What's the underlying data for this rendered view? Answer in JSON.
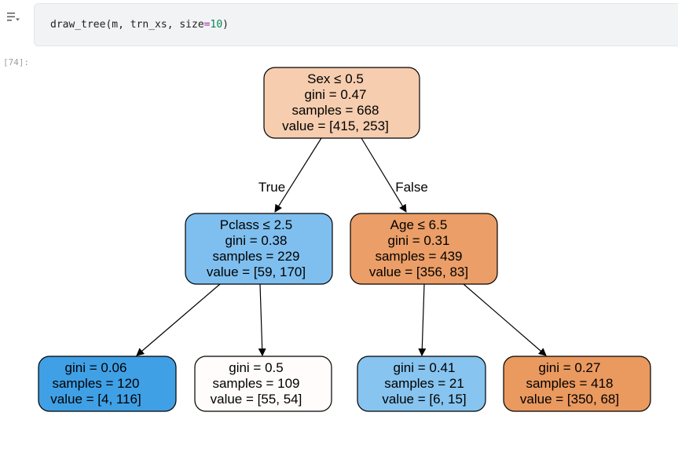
{
  "cell": {
    "code_func": "draw_tree(m, trn_xs, size",
    "code_eq": "=",
    "code_num": "10",
    "code_close": ")",
    "exec_count": "[74]:"
  },
  "tree": {
    "edge_labels": {
      "true": "True",
      "false": "False"
    },
    "nodes": {
      "root": {
        "lines": [
          "Sex ≤ 0.5",
          "gini = 0.47",
          "samples = 668",
          "value = [415, 253]"
        ],
        "fill": "#f6cdaf"
      },
      "left": {
        "lines": [
          "Pclass ≤ 2.5",
          "gini = 0.38",
          "samples = 229",
          "value = [59, 170]"
        ],
        "fill": "#7fbfef"
      },
      "right": {
        "lines": [
          "Age ≤ 6.5",
          "gini = 0.31",
          "samples = 439",
          "value = [356, 83]"
        ],
        "fill": "#eb9e67"
      },
      "ll": {
        "lines": [
          "gini = 0.06",
          "samples = 120",
          "value = [4, 116]"
        ],
        "fill": "#40a0e6"
      },
      "lr": {
        "lines": [
          "gini = 0.5",
          "samples = 109",
          "value = [55, 54]"
        ],
        "fill": "#fffcfb"
      },
      "rl": {
        "lines": [
          "gini = 0.41",
          "samples = 21",
          "value = [6, 15]"
        ],
        "fill": "#87c4ef"
      },
      "rr": {
        "lines": [
          "gini = 0.27",
          "samples = 418",
          "value = [350, 68]"
        ],
        "fill": "#ea995f"
      }
    }
  }
}
